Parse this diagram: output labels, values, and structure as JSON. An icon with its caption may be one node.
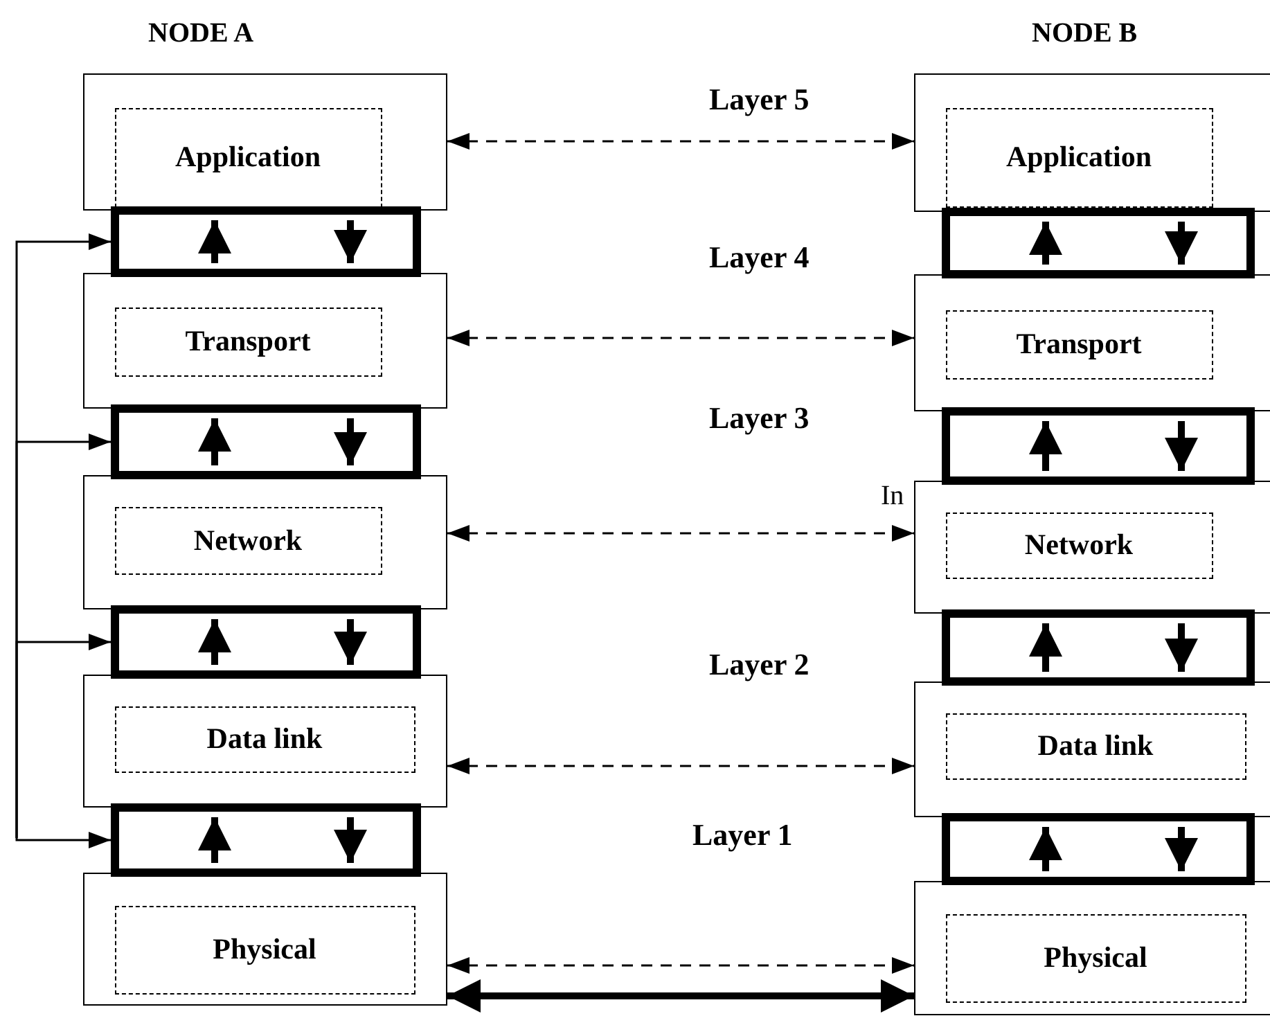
{
  "diagram": {
    "nodes": [
      {
        "text": [],
        "shape": "box"
      },
      {
        "text": [
          "Application"
        ],
        "in": 0
      },
      {
        "text": [],
        "shape": "box"
      },
      {
        "text": [
          "Transport"
        ],
        "in": 2
      },
      {
        "text": [],
        "shape": "box"
      },
      {
        "text": [
          "Network"
        ],
        "in": 4
      },
      {
        "text": [],
        "shape": "box"
      },
      {
        "text": [
          "Data link"
        ],
        "in": 6
      },
      {
        "text": [],
        "shape": "box"
      },
      {
        "text": [
          "Physical"
        ],
        "in": 8
      },
      {
        "text": [],
        "shape": "box"
      },
      {
        "text": [],
        "shape": "box"
      },
      {
        "text": [],
        "shape": "box"
      },
      {
        "text": [],
        "shape": "box"
      },
      {
        "text": [],
        "shape": "box"
      },
      {
        "text": [
          "Application"
        ],
        "in": 14
      },
      {
        "text": [],
        "shape": "box"
      },
      {
        "text": [
          "Transport"
        ],
        "in": 16
      },
      {
        "text": [],
        "shape": "box"
      },
      {
        "text": [
          "Network"
        ],
        "in": 18
      },
      {
        "text": [],
        "shape": "box"
      },
      {
        "text": [
          "Data link"
        ],
        "in": 20
      },
      {
        "text": [],
        "shape": "box"
      },
      {
        "text": [
          "Physical"
        ],
        "in": 22
      },
      {
        "text": [],
        "shape": "box"
      },
      {
        "text": [],
        "shape": "box"
      },
      {
        "text": [],
        "shape": "box"
      },
      {
        "text": [],
        "shape": "box"
      }
    ],
    "edges": [
      {
        "from": 0,
        "to": 14,
        "arrow": "both",
        "style": "dashed"
      },
      {
        "from": 2,
        "to": 16,
        "arrow": "both",
        "style": "dashed"
      },
      {
        "from": 4,
        "to": 18,
        "arrow": "both",
        "style": "dashed"
      },
      {
        "from": 6,
        "to": 20,
        "arrow": "both",
        "style": "dashed"
      },
      {
        "from": 8,
        "to": 22,
        "arrow": "both",
        "style": "dashed"
      },
      {
        "from": 8,
        "to": 22,
        "arrow": "both",
        "style": "thick"
      },
      {
        "from": null,
        "to": 10,
        "arrow": "to"
      },
      {
        "from": null,
        "to": 11,
        "arrow": "to"
      },
      {
        "from": null,
        "to": 12,
        "arrow": "to"
      },
      {
        "from": null,
        "to": 13,
        "arrow": "to"
      }
    ],
    "labels": [
      "NODE A",
      "NODE B",
      "Layer 5",
      "Layer 4",
      "Layer 3",
      "In",
      "Layer 2",
      "Layer 1"
    ]
  }
}
